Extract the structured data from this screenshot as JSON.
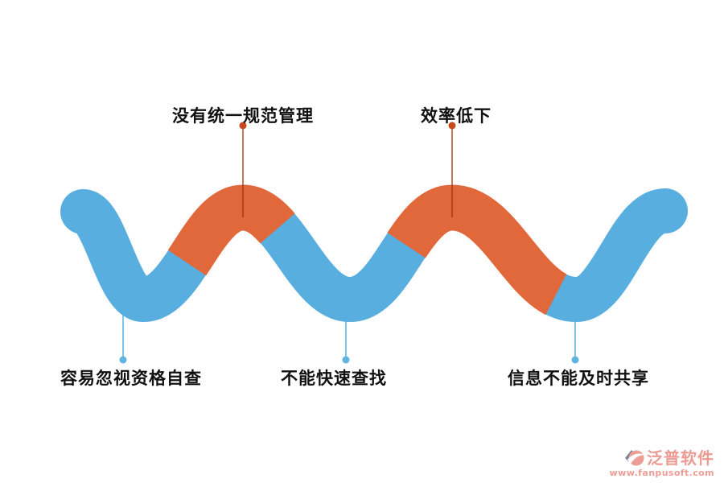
{
  "diagram": {
    "top_labels": [
      {
        "label": "没有统一规范管理"
      },
      {
        "label": "效率低下"
      }
    ],
    "bottom_labels": [
      {
        "label": "容易忽视资格自查"
      },
      {
        "label": "不能快速查找"
      },
      {
        "label": "信息不能及时共享"
      }
    ],
    "colors": {
      "wave_blue": "#58AEDF",
      "wave_orange": "#E0683A",
      "top_dot": "#C74A1C",
      "top_line": "rgba(167,48,12,0.65)",
      "bottom_dot": "#60B4E2",
      "bottom_line": "#82C3E8",
      "text": "#111111"
    }
  },
  "watermark": {
    "brand": "泛普软件",
    "url": "www.fanpusoft.com",
    "brand_color": "#EB9A91",
    "url_color": "#EC9E95"
  }
}
